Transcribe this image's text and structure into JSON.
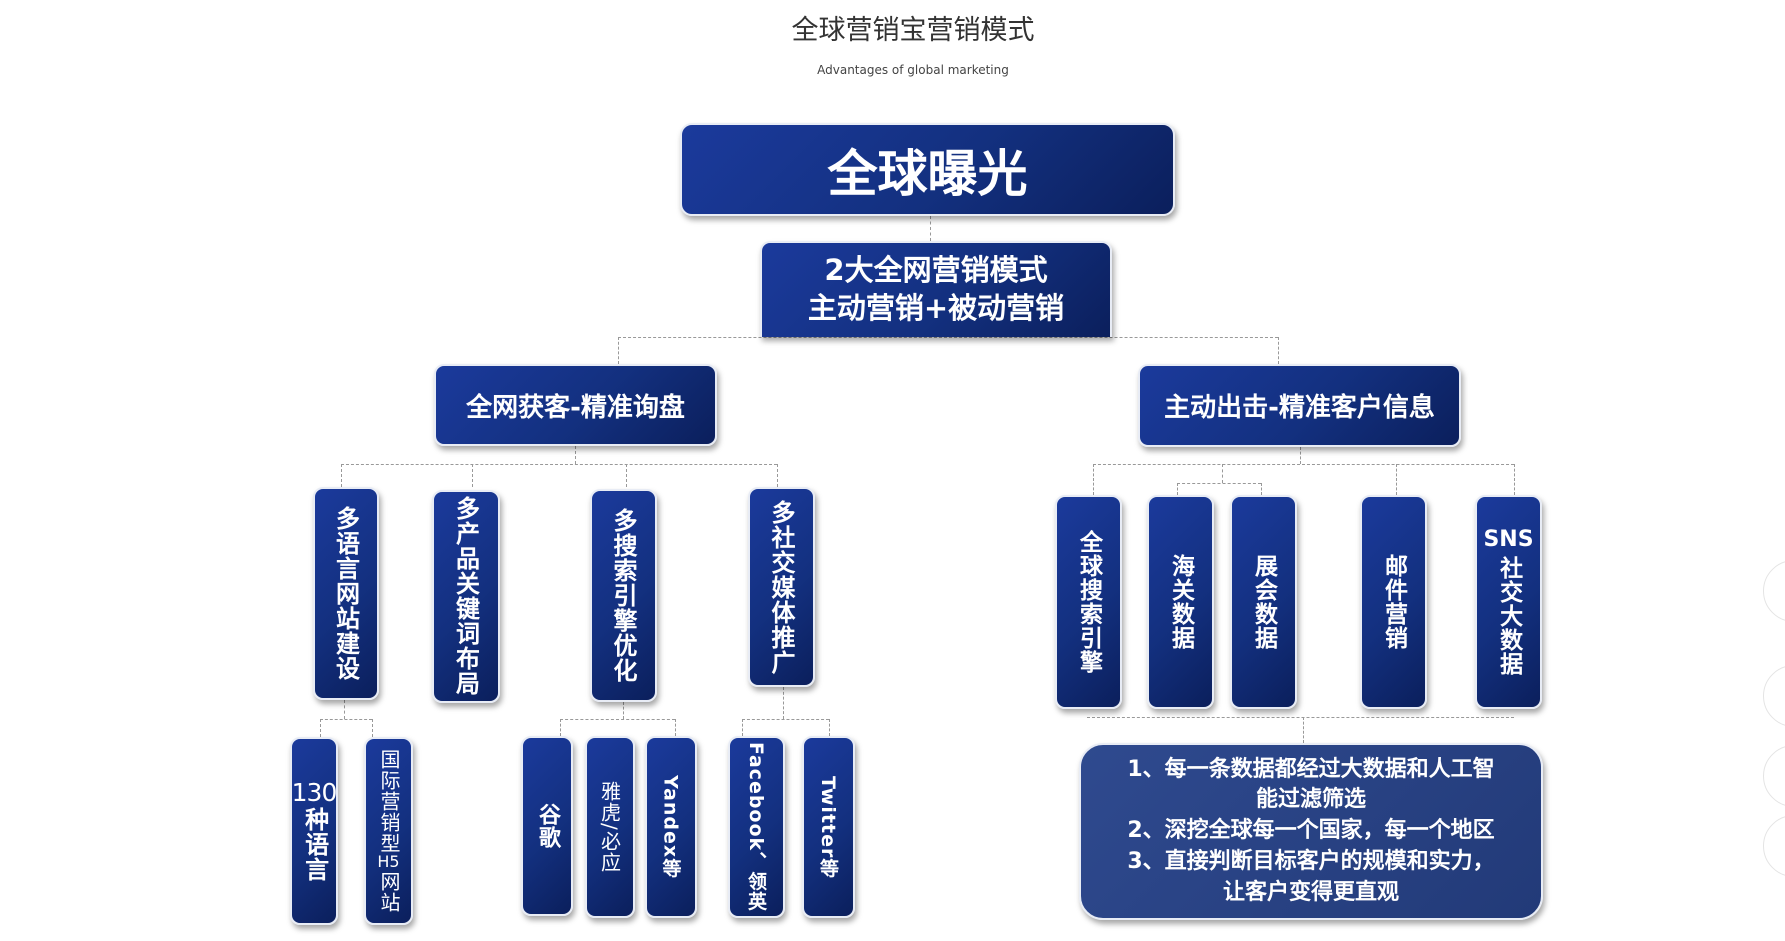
{
  "header": {
    "title": "全球营销宝营销模式",
    "subtitle": "Advantages of global marketing"
  },
  "diagram": {
    "root": "全球曝光",
    "modes": {
      "line1": "2大全网营销模式",
      "line2": "主动营销+被动营销"
    },
    "left_branch": {
      "label": "全网获客-精准询盘",
      "items": [
        "多语言网站建设",
        "多产品关键词布局",
        "多搜索引擎优化",
        "多社交媒体推广"
      ],
      "website_children": [
        {
          "prefix": "130",
          "text": "种语言"
        },
        {
          "text": "国际营销型",
          "mid": "H5",
          "suffix": "网站"
        }
      ],
      "seo_children": [
        "谷歌",
        "雅虎/必应",
        "Yandex等"
      ],
      "social_children": [
        "Facebook、领英",
        "Twitter等"
      ]
    },
    "right_branch": {
      "label": "主动出击-精准客户信息",
      "items": [
        "全球搜索引擎",
        "海关数据",
        "展会数据",
        "邮件营销"
      ],
      "sns": {
        "prefix": "SNS",
        "text": "社交大数据"
      },
      "summary": [
        "1、每一条数据都经过大数据和人工智",
        "能过滤筛选",
        "2、深挖全球每一个国家，每一个地区",
        "3、直接判断目标客户的规模和实力，",
        "让客户变得更直观"
      ]
    }
  },
  "colors": {
    "box": "#13307f",
    "box_dark": "#0b1f5c",
    "summary_box": "#2a4080",
    "line": "#999999"
  }
}
